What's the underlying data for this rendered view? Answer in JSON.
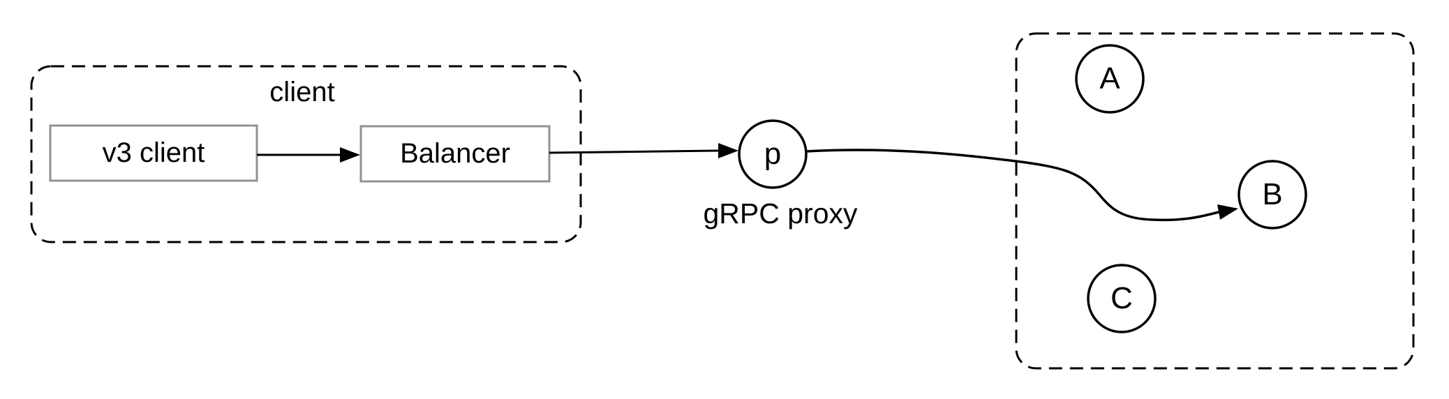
{
  "diagram": {
    "title_hint": "etcd gRPC proxy load-balancing diagram",
    "background": "#ffffff",
    "colors": {
      "stroke": "#000000",
      "node_border": "#919191",
      "node_fill": "#ffffff",
      "text": "#000000"
    },
    "groups": {
      "client": {
        "label": "client"
      },
      "cluster": {
        "label": ""
      }
    },
    "nodes": {
      "v3_client": {
        "label": "v3 client",
        "shape": "rect"
      },
      "balancer": {
        "label": "Balancer",
        "shape": "rect"
      },
      "proxy": {
        "label": "p",
        "shape": "circle",
        "caption": "gRPC proxy"
      },
      "member_a": {
        "label": "A",
        "shape": "circle"
      },
      "member_b": {
        "label": "B",
        "shape": "circle"
      },
      "member_c": {
        "label": "C",
        "shape": "circle"
      }
    },
    "edges": [
      {
        "from": "v3 client",
        "to": "Balancer",
        "style": "straight-arrow"
      },
      {
        "from": "Balancer",
        "to": "p",
        "style": "straight-arrow"
      },
      {
        "from": "p",
        "to": "B",
        "style": "curved-arrow"
      }
    ]
  }
}
